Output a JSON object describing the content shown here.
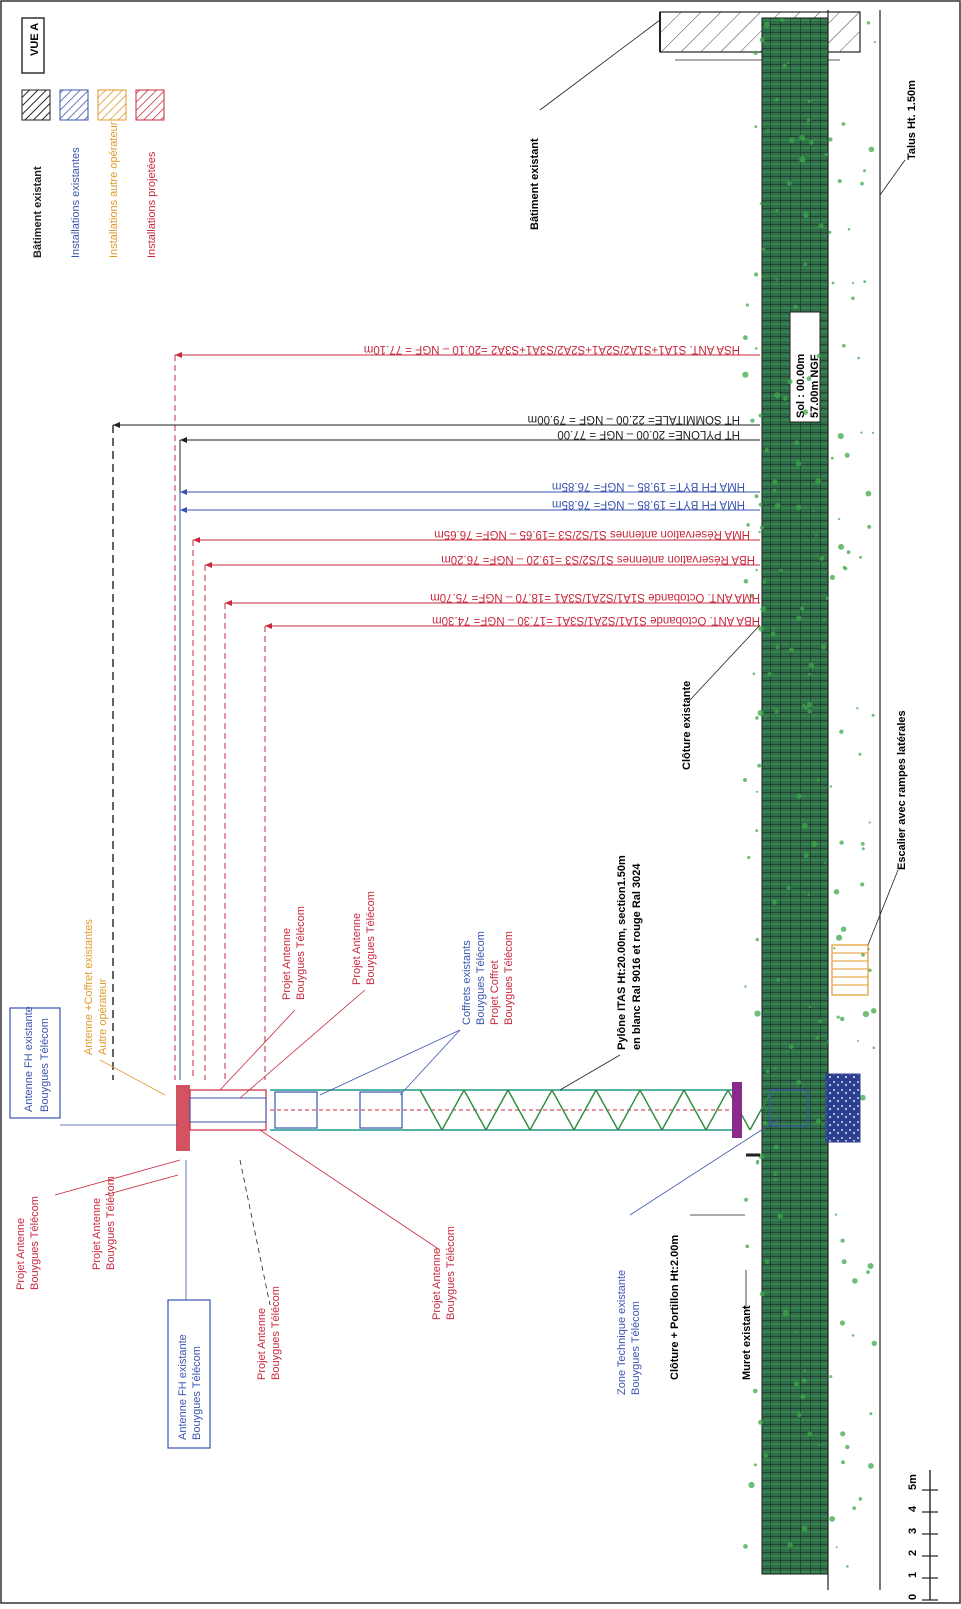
{
  "view_label": "VUE A",
  "legend": [
    {
      "label": "Bâtiment existant",
      "color": "#222222"
    },
    {
      "label": "Installations existantes",
      "color": "#3a55b0"
    },
    {
      "label": "Installations autre opérateur",
      "color": "#e09a2a"
    },
    {
      "label": "Installations projetées",
      "color": "#c8283c"
    }
  ],
  "ground": {
    "sol": "Sol : 00.00m",
    "ngf": "57.00m NGF"
  },
  "colors": {
    "red": "#c8283c",
    "blue": "#3a55b0",
    "black": "#222222",
    "orange": "#e09a2a",
    "teal": "#1f9a8a",
    "green": "#2f8a3c"
  },
  "levels": [
    {
      "text": "HSA ANT. S1A1+S1A2/S2A1+S2A2/S3A1+S3A2  =20.10 – NGF = 77.10m",
      "color": "red"
    },
    {
      "text": "HT SOMMITALE= 22.00 – NGF = 79.00m",
      "color": "black"
    },
    {
      "text": "HT PYLONE= 20.00 – NGF = 77.00",
      "color": "black"
    },
    {
      "text": "HMA FH BYT= 19.85 – NGF= 76.85m",
      "color": "blue"
    },
    {
      "text": "HMA FH BYT= 19.85 – NGF= 76.85m",
      "color": "blue"
    },
    {
      "text": "HMA Réservation antennes S1/S2/S3 =19.65 – NGF= 76.65m",
      "color": "red"
    },
    {
      "text": "HBA Réservation antennes S1/S2/S3 =19.20 – NGF= 76.20m",
      "color": "red"
    },
    {
      "text": "HMA ANT. Octobande S1A1/S2A1/S3A1 =18.70 – NGF= 75.70m",
      "color": "red"
    },
    {
      "text": "HBA ANT. Octobande S1A1/S2A1/S3A1 =17.30 – NGF= 74.30m",
      "color": "red"
    }
  ],
  "labels": {
    "batiment": "Bâtiment existant",
    "talus": "Talus Ht. 1.50m",
    "cloture": "Clôture existante",
    "escalier": "Escalier avec rampes latérales",
    "pylone_line1": "Pylône ITAS Ht:20.00m, section1.50m",
    "pylone_line2": "en blanc Ral 9016 et rouge Ral 3024",
    "coffrets_1": "Coffrets existants",
    "coffrets_2": "Bouygues Télécom",
    "coffrets_3": "Projet Coffret",
    "coffrets_4": "Bouygues Télécom",
    "proj_ant_a1": "Projet Antenne",
    "proj_ant_a2": "Bouygues Télécom",
    "proj_ant_b1": "Projet Antenne",
    "proj_ant_b2": "Bouygues Télécom",
    "proj_ant_c1": "Projet Antenne",
    "proj_ant_c2": "Bouygues Télécom",
    "proj_ant_d1": "Projet Antenne",
    "proj_ant_d2": "Bouygues Télécom",
    "proj_ant_e1": "Projet Antenne",
    "proj_ant_e2": "Bouygues Télécom",
    "proj_ant_f1": "Projet Antenne",
    "proj_ant_f2": "Bouygues Télécom",
    "fh_top1": "Antenne FH existante",
    "fh_top2": "Bouygues Télécom",
    "autre_1": "Antenne +Coffret existantes",
    "autre_2": "Autre opérateur",
    "fh_bottom1": "Antenne FH existante",
    "fh_bottom2": "Bouygues Télécom",
    "zone_tech1": "Zone Technique existante",
    "zone_tech2": "Bouygues Télécom",
    "portillon": "Clôture + Portillon Ht:2.00m",
    "muret": "Muret existant"
  },
  "scale": {
    "ticks": [
      "0",
      "1",
      "2",
      "3",
      "4",
      "5m"
    ]
  }
}
